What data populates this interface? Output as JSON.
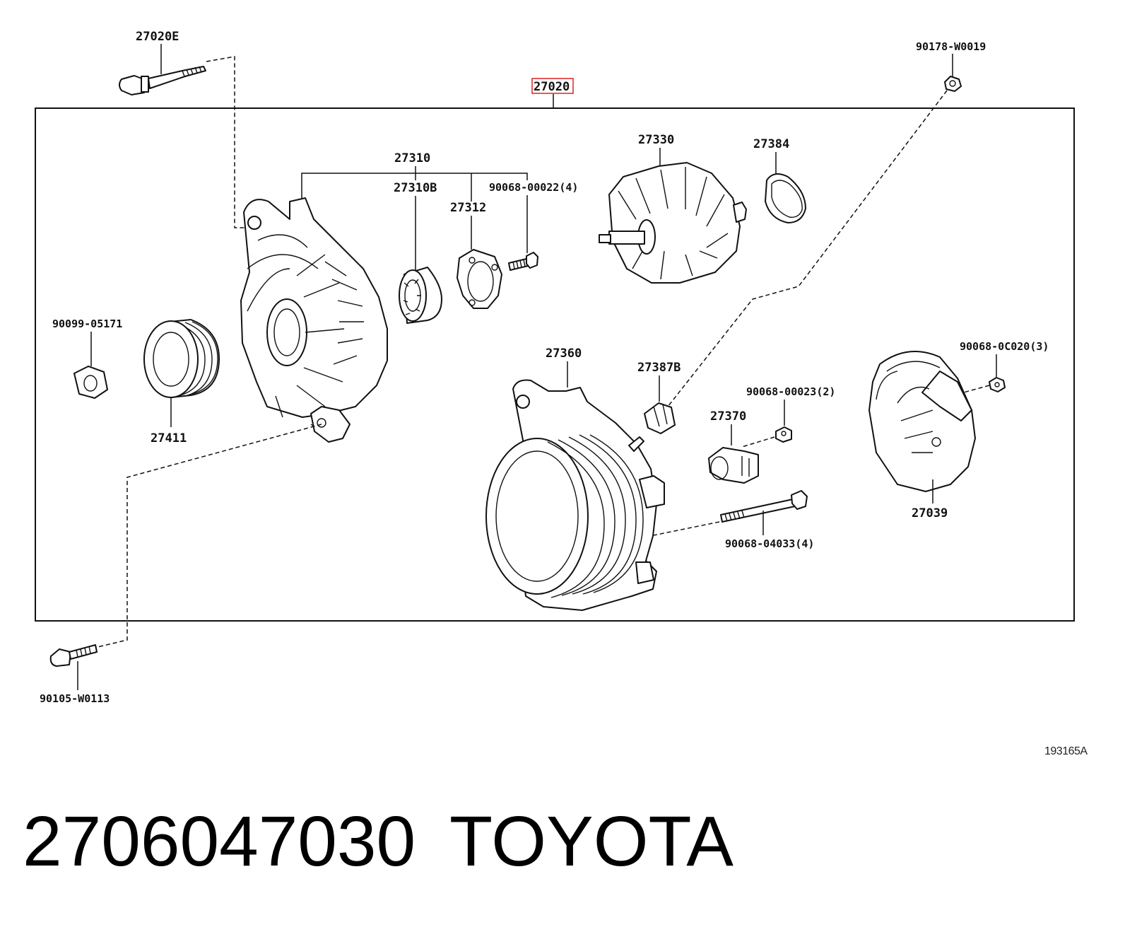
{
  "diagram": {
    "assembly_label": "27020",
    "highlight_color": "#dd2222",
    "labels": {
      "p27020E": "27020E",
      "p90178": "90178-W0019",
      "p27310": "27310",
      "p27310B": "27310B",
      "p90068_00022": "90068-00022(4)",
      "p27312": "27312",
      "p27330": "27330",
      "p27384": "27384",
      "p90099": "90099-05171",
      "p27411": "27411",
      "p27360": "27360",
      "p27387B": "27387B",
      "p90068_0C020": "90068-0C020(3)",
      "p90068_00023": "90068-00023(2)",
      "p27370": "27370",
      "p27039": "27039",
      "p90068_04033": "90068-04033(4)",
      "p90105": "90105-W0113"
    },
    "reference_code": "193165A"
  },
  "caption": {
    "part_number": "2706047030",
    "brand": "TOYOTA"
  }
}
